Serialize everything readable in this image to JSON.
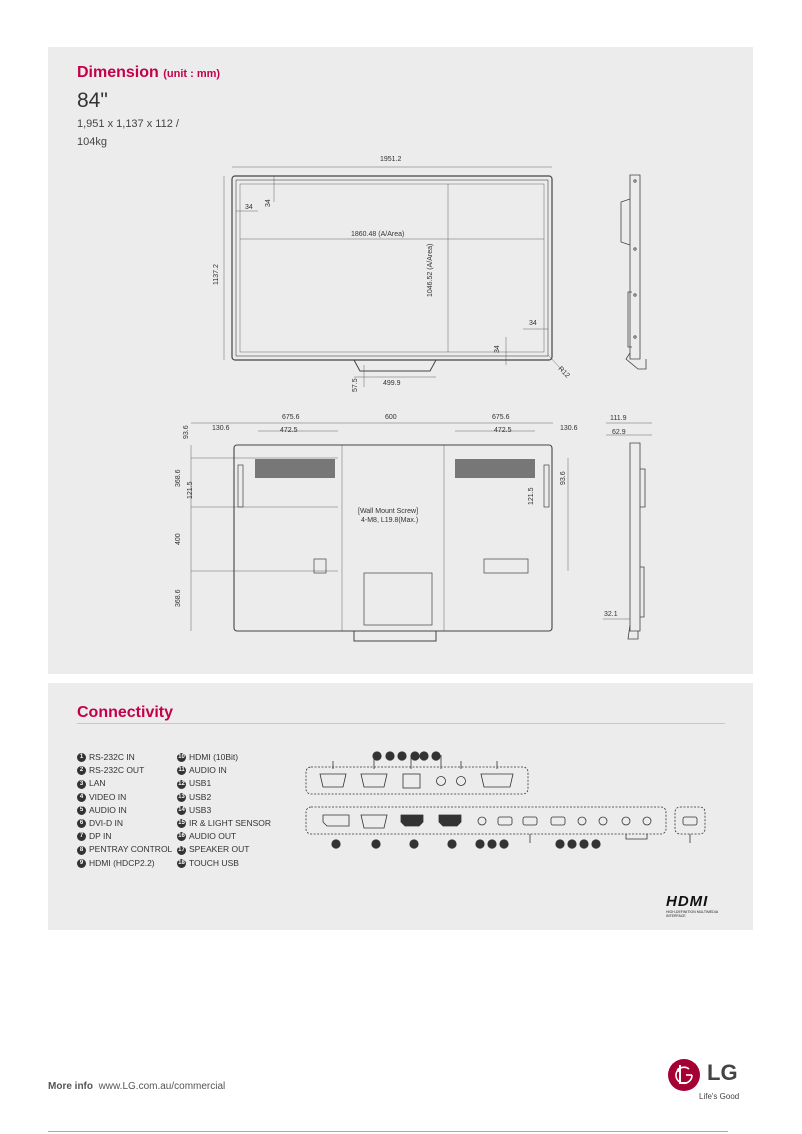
{
  "dimension": {
    "title": "Dimension",
    "unit": "(unit : mm)",
    "model": "84\"",
    "spec_line1": "1,951 x 1,137 x 112 /",
    "spec_line2": "104kg",
    "front": {
      "width": "1951.2",
      "height": "1137.2",
      "bezel_top": "34",
      "bezel_left": "34",
      "area_w": "1860.48 (A/Area)",
      "area_h": "1046.52 (A/Area)",
      "bezel_right": "34",
      "bezel_bottom": "34",
      "radius": "R12",
      "stand_w": "499.9",
      "stand_h": "57.5"
    },
    "rear": {
      "w1": "675.6",
      "w2": "600",
      "w3": "675.6",
      "left": "130.6",
      "right": "130.6",
      "hole_l": "472.5",
      "hole_r": "472.5",
      "side_top_l": "93.6",
      "v1": "368.6",
      "v2": "121.5",
      "v3": "400",
      "v4": "368.6",
      "v_r1": "121.5",
      "v_r2": "93.6",
      "screw_line1": "[Wall Mount Screw]",
      "screw_line2": "4-M8, L19.8(Max.)"
    },
    "side": {
      "depth": "111.9",
      "depth2": "62.9",
      "bottom": "32.1"
    }
  },
  "connectivity": {
    "title": "Connectivity",
    "col1": [
      {
        "n": "1",
        "label": "RS-232C IN"
      },
      {
        "n": "2",
        "label": "RS-232C OUT"
      },
      {
        "n": "3",
        "label": "LAN"
      },
      {
        "n": "4",
        "label": "VIDEO IN"
      },
      {
        "n": "5",
        "label": "AUDIO IN"
      },
      {
        "n": "6",
        "label": "DVI-D IN"
      },
      {
        "n": "7",
        "label": "DP IN"
      },
      {
        "n": "8",
        "label": "PENTRAY CONTROL"
      },
      {
        "n": "9",
        "label": "HDMI (HDCP2.2)"
      }
    ],
    "col2": [
      {
        "n": "10",
        "label": "HDMI (10Bit)"
      },
      {
        "n": "11",
        "label": "AUDIO IN"
      },
      {
        "n": "12",
        "label": "USB1"
      },
      {
        "n": "13",
        "label": "USB2"
      },
      {
        "n": "14",
        "label": "USB3"
      },
      {
        "n": "15",
        "label": "IR & LIGHT SENSOR"
      },
      {
        "n": "16",
        "label": "AUDIO OUT"
      },
      {
        "n": "17",
        "label": "SPEAKER OUT"
      },
      {
        "n": "18",
        "label": "TOUCH USB"
      }
    ],
    "top_callouts": [
      "2",
      "4",
      "5",
      "6",
      "1",
      "3"
    ],
    "bottom_callouts": [
      "7",
      "8",
      "9",
      "10",
      "11",
      "12",
      "13",
      "14",
      "15",
      "16",
      "17"
    ],
    "hdmi_logo_word": "HDMI",
    "hdmi_logo_sub": "HIGH-DEFINITION MULTIMEDIA INTERFACE"
  },
  "footer": {
    "label": "More info",
    "url": "www.LG.com.au/commercial",
    "brand": "LG",
    "tagline": "Life's Good"
  }
}
